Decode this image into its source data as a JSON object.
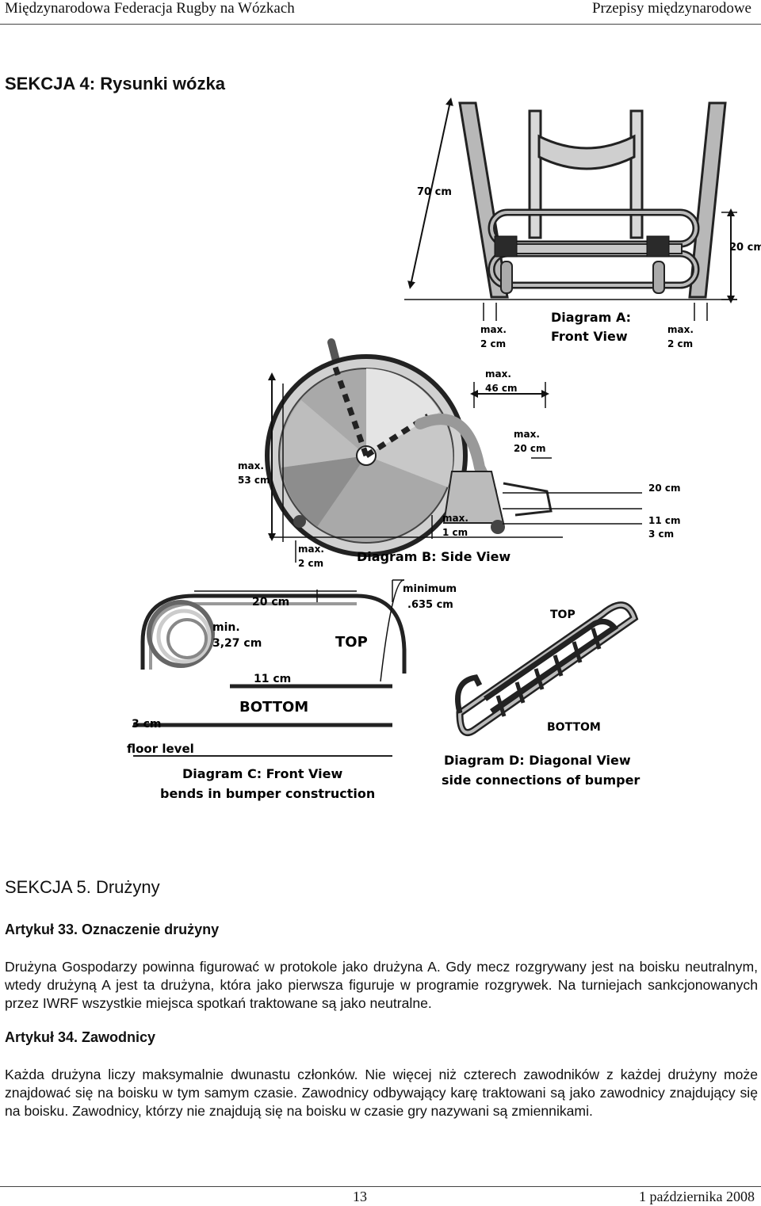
{
  "header": {
    "left": "Międzynarodowa Federacja Rugby na Wózkach",
    "right": "Przepisy międzynarodowe"
  },
  "section4": {
    "title": "SEKCJA 4: Rysunki wózka"
  },
  "figure": {
    "diagram_a": {
      "title": "Diagram A:",
      "subtitle": "Front View",
      "labels": {
        "length_70": "70 cm",
        "height_20": "20 cm",
        "max_left_1": "max.",
        "max_left_2": "2 cm",
        "max_right_1": "max.",
        "max_right_2": "2 cm"
      }
    },
    "diagram_b": {
      "title": "Diagram B: Side View",
      "labels": {
        "max46_1": "max.",
        "max46_2": "46 cm",
        "max20_1": "max.",
        "max20_2": "20 cm",
        "max53_1": "max.",
        "max53_2": "53 cm",
        "right_20": "20 cm",
        "right_11": "11 cm",
        "right_3": "3 cm",
        "max1_1": "max.",
        "max1_2": "1 cm",
        "max2_1": "max.",
        "max2_2": "2 cm"
      }
    },
    "diagram_c": {
      "title": "Diagram C: Front View",
      "subtitle": "bends in bumper construction",
      "labels": {
        "top_20": "20 cm",
        "min_1": "min.",
        "min_2": "3,27 cm",
        "top": "TOP",
        "mid_11": "11 cm",
        "bottom": "BOTTOM",
        "low_3": "3 cm",
        "floor": "floor level"
      }
    },
    "diagram_d": {
      "title": "Diagram D: Diagonal View",
      "subtitle": "side connections of bumper",
      "labels": {
        "minimum_1": "minimum",
        "minimum_2": ".635 cm",
        "top": "TOP",
        "bottom": "BOTTOM"
      }
    }
  },
  "section5": {
    "title": "SEKCJA 5. Drużyny",
    "article33": {
      "title": "Artykuł 33. Oznaczenie drużyny",
      "text": "Drużyna Gospodarzy powinna figurować w protokole jako drużyna A. Gdy mecz rozgrywany jest na boisku neutralnym, wtedy drużyną A jest ta drużyna, która jako pierwsza figuruje w programie rozgrywek. Na turniejach sankcjonowanych przez IWRF wszystkie miejsca spotkań traktowane są jako neutralne."
    },
    "article34": {
      "title": "Artykuł 34. Zawodnicy",
      "text1": "Każda drużyna liczy maksymalnie dwunastu członków.",
      "text2": "Nie więcej niż czterech zawodników z każdej drużyny może znajdować się na boisku w tym samym czasie. Zawodnicy odbywający karę traktowani są jako zawodnicy znajdujący się na boisku. Zawodnicy, którzy nie znajdują się na boisku w czasie gry nazywani są zmiennikami."
    }
  },
  "footer": {
    "page": "13",
    "date": "1 października 2008"
  }
}
